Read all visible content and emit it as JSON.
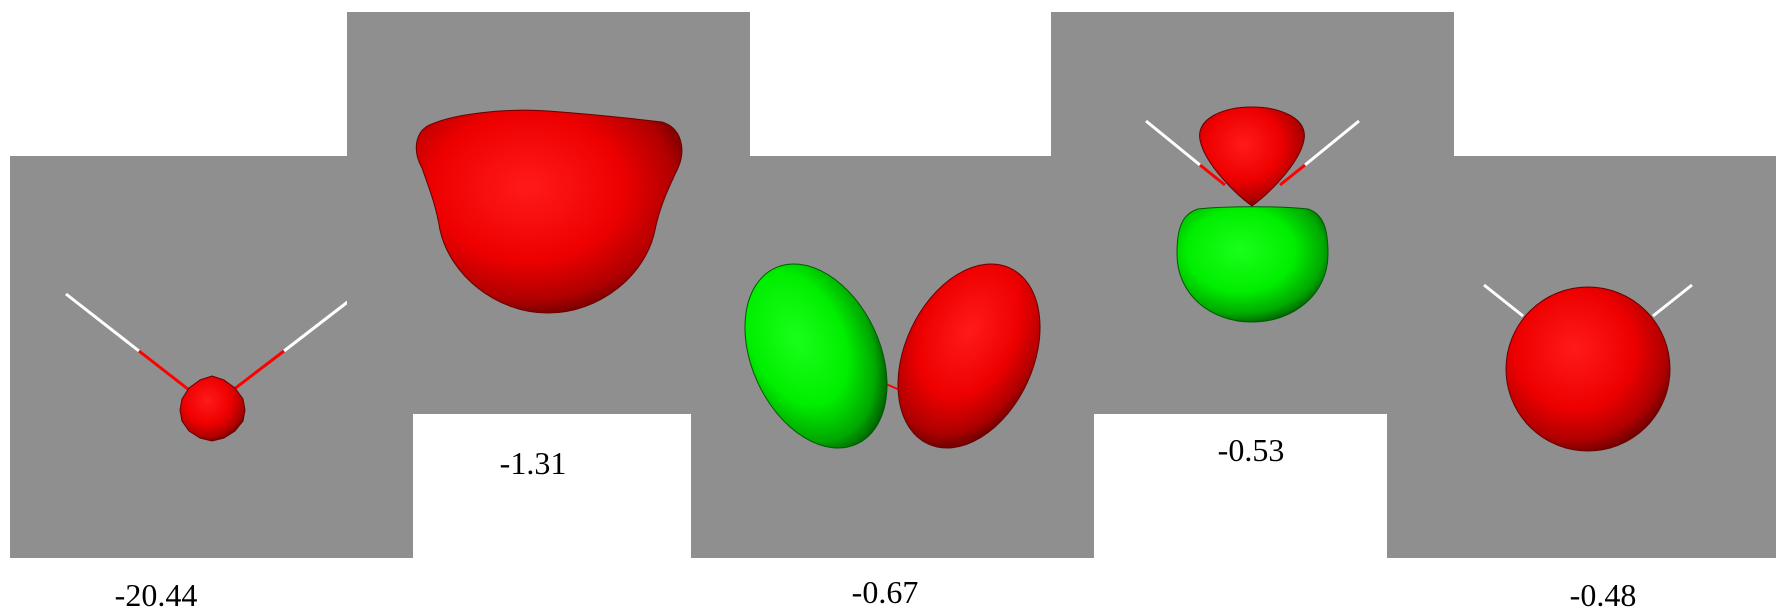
{
  "colors": {
    "panel_background": "#8f8f8f",
    "page_background": "#ffffff",
    "positive_lobe": "#ff0000",
    "negative_lobe": "#00ff00",
    "bond_hydrogen": "#ffffff",
    "bond_oxygen": "#ff0000",
    "label_text": "#000000"
  },
  "orbitals": [
    {
      "energy_label": "-20.44",
      "lobes": [
        "positive"
      ]
    },
    {
      "energy_label": "-1.31",
      "lobes": [
        "positive"
      ]
    },
    {
      "energy_label": "-0.67",
      "lobes": [
        "negative",
        "positive"
      ]
    },
    {
      "energy_label": "-0.53",
      "lobes": [
        "positive",
        "negative"
      ]
    },
    {
      "energy_label": "-0.48",
      "lobes": [
        "positive"
      ]
    }
  ]
}
